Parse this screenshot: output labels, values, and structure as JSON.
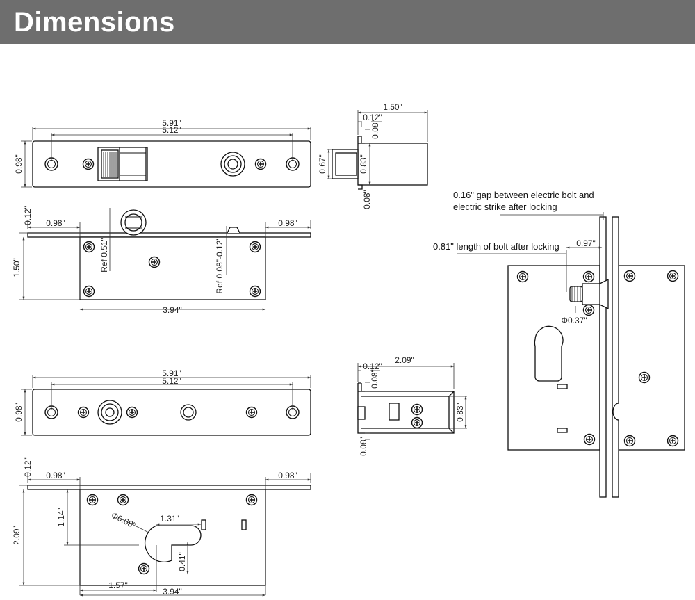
{
  "colors": {
    "header_bg": "#6e6e6e",
    "header_text": "#ffffff",
    "line": "#111111",
    "dim_line": "#333333"
  },
  "header": {
    "title": "Dimensions"
  },
  "dims": {
    "plate_length": "5.91\"",
    "hole_spacing": "5.12\"",
    "plate_width": "0.98\"",
    "side_depth": "1.50\"",
    "side_flange": "0.12\"",
    "side_flange_b": "0.08\"",
    "side_body": "0.83\"",
    "side_bolt": "0.67\"",
    "side_bottom": "0.08\"",
    "flange_offset": "0.12\"",
    "flange_left": "0.98\"",
    "flange_right": "0.98\"",
    "body_height": "1.50\"",
    "ref_a": "Ref 0.51\"",
    "ref_b": "Ref 0.08\"-0.12\"",
    "body_width": "3.94\"",
    "side2_depth": "2.09\"",
    "side2_flange": "0.12\"",
    "side2_flange_b": "0.08\"",
    "side2_body": "0.83\"",
    "side2_bottom": "0.08\"",
    "body2_height": "2.09\"",
    "cyl_top": "1.14\"",
    "cyl_dia": "Φ0.68\"",
    "cyl_width": "1.31\"",
    "cyl_slot": "0.41\"",
    "cyl_offset": "1.57\"",
    "body2_width": "3.94\"",
    "assembly_bolt": "0.97\"",
    "bolt_dia": "Φ0.37\""
  },
  "notes": {
    "gap_value": "0.16\"",
    "gap_text_1": "gap between electric bolt and",
    "gap_text_2": "electric strike after locking",
    "len_value": "0.81\"",
    "len_text": "length of bolt after locking"
  }
}
